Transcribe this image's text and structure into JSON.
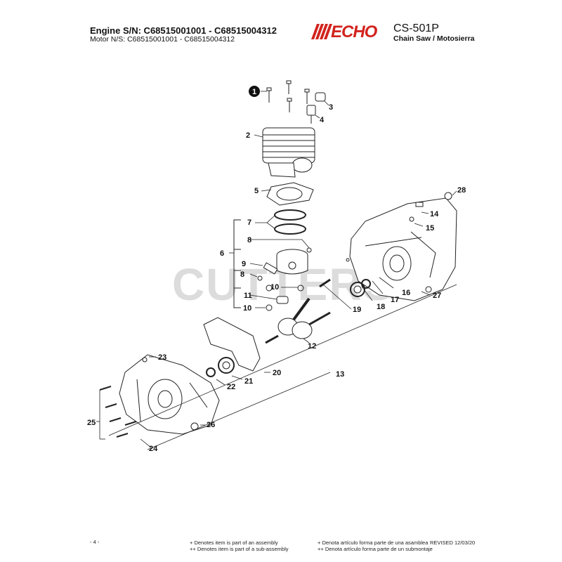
{
  "header": {
    "engine_sn": "Engine S/N: C68515001001 - C68515004312",
    "motor_ns": "Motor N/S: C68515001001 - C68515004312",
    "brand": "ECHO",
    "brand_color": "#d2231d",
    "model": "CS-501P",
    "subtitle": "Chain Saw / Motosierra"
  },
  "watermark": "CUTTERS",
  "callouts": [
    "1",
    "2",
    "3",
    "4",
    "5",
    "6",
    "7",
    "8",
    "9",
    "8",
    "10",
    "11",
    "10",
    "12",
    "13",
    "14",
    "15",
    "16",
    "17",
    "18",
    "19",
    "20",
    "21",
    "22",
    "23",
    "24",
    "25",
    "26",
    "27",
    "28"
  ],
  "footer": {
    "page": "- 4 -",
    "note_en_1": "+ Denotes item is part of an assembly",
    "note_en_2": "++ Denotes item is part of a sub-assembly",
    "note_es_1": "+ Denota artículo forma parte de una asamblea",
    "note_es_2": "++ Denota artículo forma parte de un submontaje",
    "revised": "REVISED 12/03/20"
  }
}
